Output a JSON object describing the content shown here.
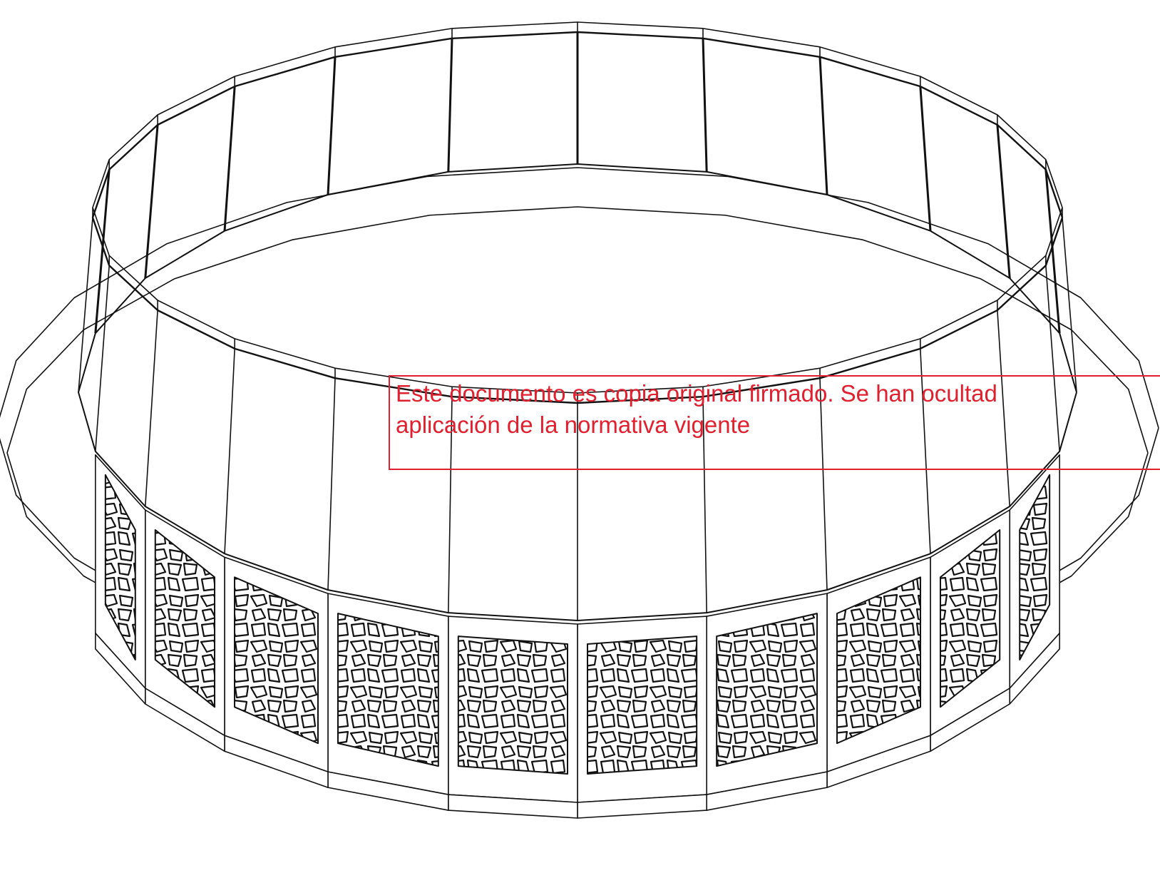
{
  "stamp": {
    "line1": "Este documento es copia original firmado. Se han ocultad",
    "line2": "aplicación de la normativa vigente",
    "color": "#e0202e"
  },
  "drawing": {
    "subject": "circular-enclosure-isometric-line-drawing",
    "front_panel_pattern": "irregular-stone-mosaic",
    "stroke_color": "#111111",
    "background_color": "#ffffff"
  }
}
